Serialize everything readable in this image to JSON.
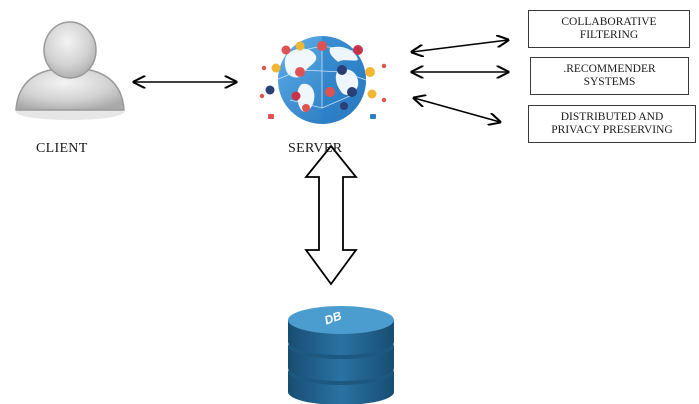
{
  "client": {
    "label": "CLIENT"
  },
  "server": {
    "label": "SERVER"
  },
  "database": {
    "label": "DB"
  },
  "boxes": [
    {
      "line1": "COLLABORATIVE",
      "line2": "FILTERING"
    },
    {
      "line1": ".RECOMMENDER",
      "line2": "SYSTEMS"
    },
    {
      "line1": "DISTRIBUTED AND",
      "line2": "PRIVACY PRESERVING"
    }
  ],
  "colors": {
    "db_dark": "#1f5d86",
    "db_mid": "#2f7db0",
    "db_top": "#4f9fd0",
    "globe_blue": "#3b8fd6",
    "globe_land": "#ffffff",
    "user_gray": "#c7c7c7"
  },
  "icons": [
    "user-silhouette-icon",
    "world-network-globe-icon",
    "database-cylinder-icon"
  ]
}
